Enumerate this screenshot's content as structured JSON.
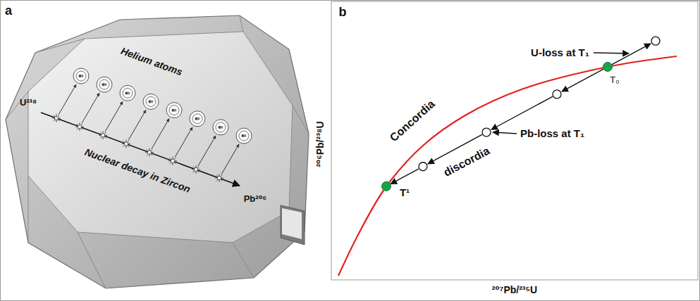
{
  "diagram": {
    "labels": [
      "a",
      "Helium atoms",
      "U²³⁸",
      "Nuclear decay in Zircon",
      "Pb²⁰⁶",
      "b",
      "U-loss at T₁",
      "Concordia",
      "T₀",
      "Pb-loss at T₁",
      "discordia",
      "T¹",
      "²⁰⁶Pb/²³⁸U",
      "²⁰⁷Pb/²³⁵U"
    ]
  }
}
